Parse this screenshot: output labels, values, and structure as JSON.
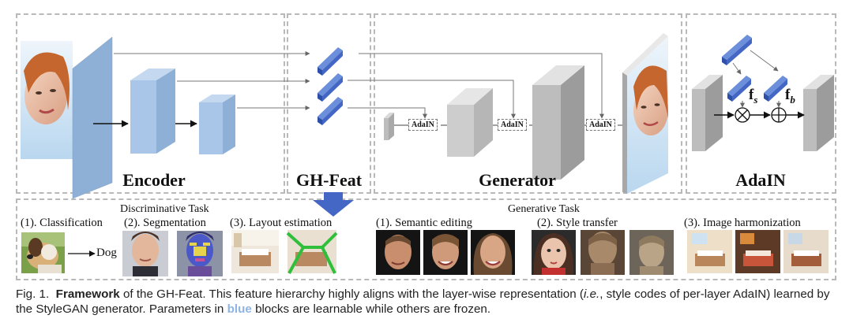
{
  "sections": {
    "encoder": "Encoder",
    "ghfeat": "GH-Feat",
    "generator": "Generator",
    "adain": "AdaIN"
  },
  "adain_blocks": [
    "AdaIN",
    "AdaIN",
    "AdaIN"
  ],
  "adain_symbols": {
    "fs": "f",
    "fs_sub": "s",
    "fb": "f",
    "fb_sub": "b"
  },
  "tasks": {
    "discriminative": {
      "title": "Discriminative Task",
      "items": [
        "(1). Classification",
        "(2). Segmentation",
        "(3). Layout estimation"
      ],
      "class_output": "Dog"
    },
    "generative": {
      "title": "Generative Task",
      "items": [
        "(1). Semantic editing",
        "(2). Style transfer",
        "(3).  Image harmonization"
      ]
    }
  },
  "caption": {
    "prefix": "Fig. 1.",
    "bold": "Framework",
    "part1": " of the GH-Feat. This feature hierarchy highly aligns with the layer-wise representation (",
    "ie": "i.e.",
    "part2": ", style codes of per-layer AdaIN) learned by the StyleGAN generator. Parameters in ",
    "blue_word": "blue",
    "part3": " blocks are learnable while others are frozen."
  },
  "colors": {
    "learnable_blue": "#a9c6e8",
    "ghfeat_blue": "#4466c4",
    "frozen_gray": "#c8c8c8",
    "caption_blue": "#8db4e2"
  }
}
